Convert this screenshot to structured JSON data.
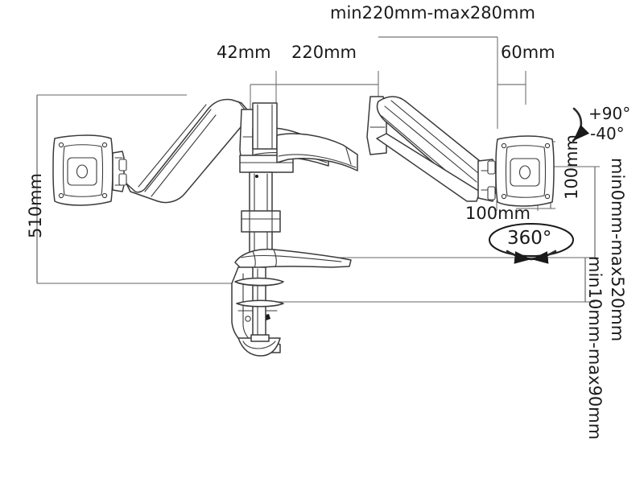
{
  "drawing": {
    "title": "Dual monitor gas-spring desk mount dimensioned technical drawing",
    "units": "mm",
    "line_color": "#3a3a3a",
    "dimension_color": "#4a4a4a",
    "background": "#ffffff"
  },
  "dimensions": {
    "height_total": "510mm",
    "column_offset": "42mm",
    "arm_inner": "220mm",
    "arm_range": "min220mm-max280mm",
    "head_offset": "60mm",
    "vesa_height": "100mm",
    "vesa_width": "100mm",
    "rotation": "360°",
    "tilt_up": "+90°",
    "tilt_down": "-40°",
    "height_adjust": "min0mm-max520mm",
    "clamp_range": "min10mm-max90mm"
  }
}
